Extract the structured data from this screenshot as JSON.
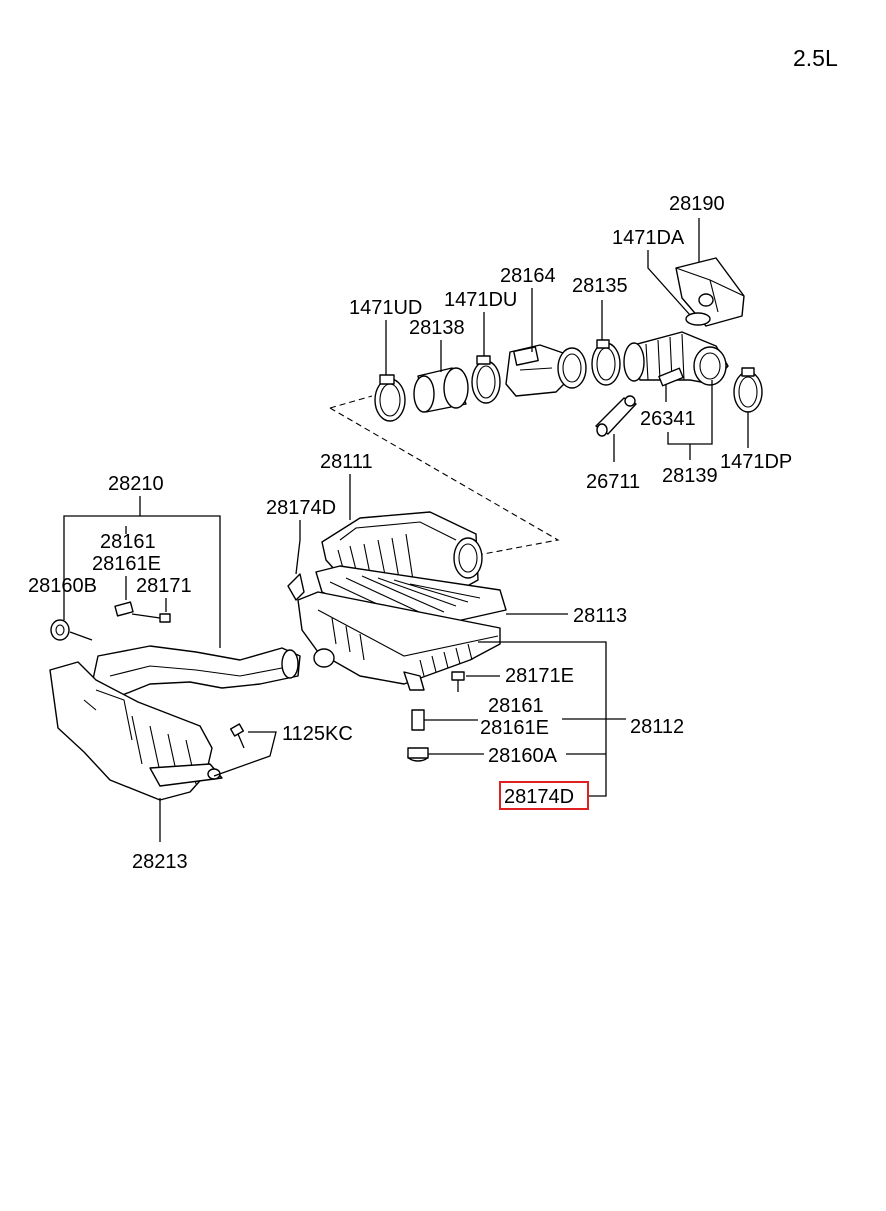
{
  "variant": "2.5L",
  "labels": {
    "p28190": "28190",
    "p1471DA": "1471DA",
    "p28164": "28164",
    "p28135": "28135",
    "p1471UD": "1471UD",
    "p1471DU": "1471DU",
    "p28138": "28138",
    "p26341": "26341",
    "p26711": "26711",
    "p28139": "28139",
    "p1471DP": "1471DP",
    "p28111": "28111",
    "p28174D_top": "28174D",
    "p28210": "28210",
    "p28161_left": "28161",
    "p28161E_left": "28161E",
    "p28160B": "28160B",
    "p28171": "28171",
    "p28113": "28113",
    "p28171E": "28171E",
    "p28161_right": "28161",
    "p28161E_right": "28161E",
    "p28112": "28112",
    "p1125KC": "1125KC",
    "p28160A": "28160A",
    "p28174D_highlight": "28174D",
    "p28213": "28213"
  },
  "highlight_color": "#e02020"
}
